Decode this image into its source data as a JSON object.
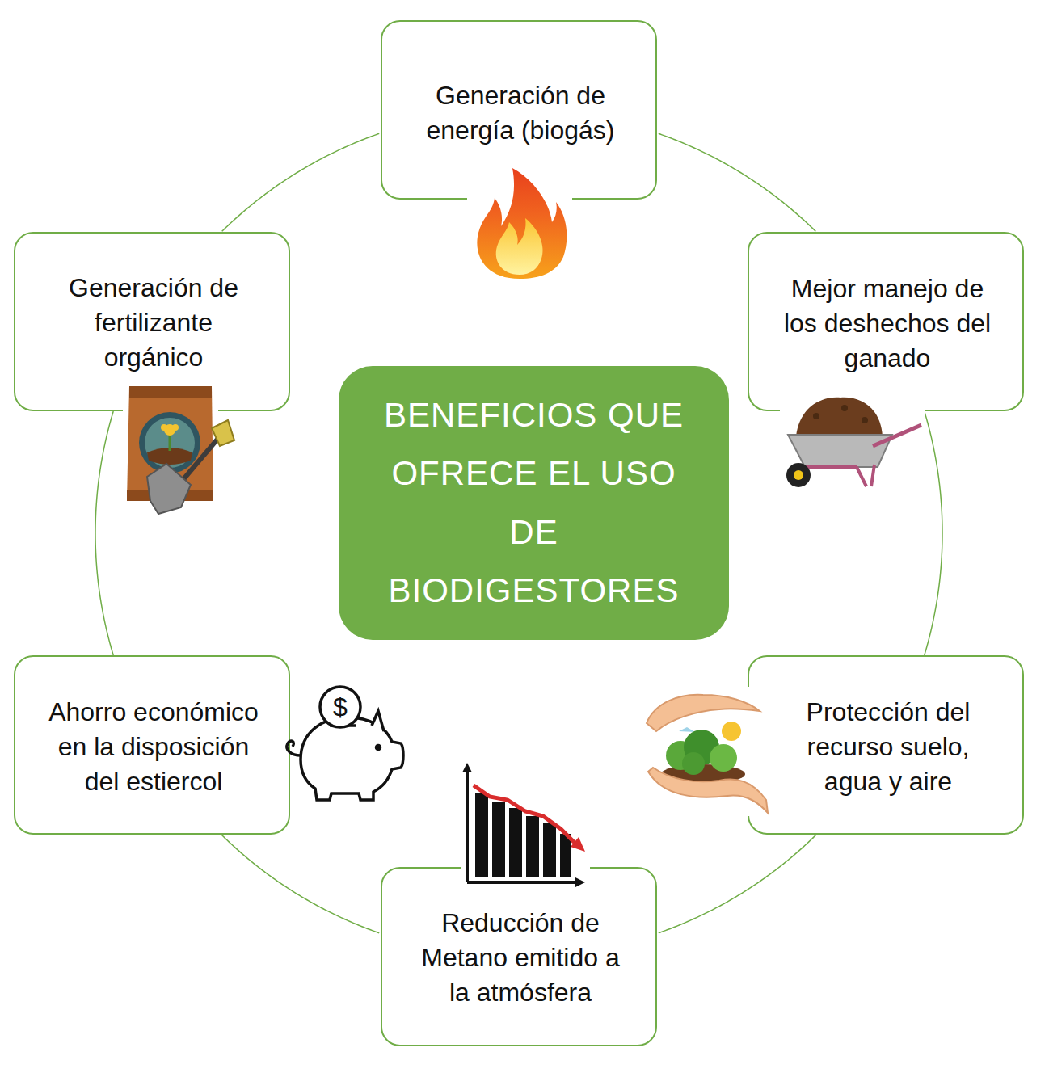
{
  "diagram": {
    "nodes": [
      {
        "text": [
          "BENEFICIOS QUE OFRECE EL USO DE BIODIGESTORES"
        ]
      },
      {
        "text": [
          "Generación de energía (biogás)"
        ]
      },
      {
        "text": [
          "Mejor manejo de los deshechos del ganado"
        ]
      },
      {
        "text": [
          "Protección del recurso suelo, agua y aire"
        ]
      },
      {
        "text": [
          "Reducción de Metano emitido a la atmósfera"
        ]
      },
      {
        "text": [
          "Ahorro económico en la disposición del estiercol"
        ]
      },
      {
        "text": [
          "Generación de fertilizante orgánico"
        ]
      }
    ],
    "edges": [
      {
        "from": 1,
        "to": 2,
        "arrow": "none"
      },
      {
        "from": 2,
        "to": 3,
        "arrow": "none"
      },
      {
        "from": 3,
        "to": 4,
        "arrow": "none"
      },
      {
        "from": 4,
        "to": 5,
        "arrow": "none"
      },
      {
        "from": 5,
        "to": 6,
        "arrow": "none"
      },
      {
        "from": 6,
        "to": 1,
        "arrow": "none"
      }
    ],
    "labels": [
      "$"
    ]
  }
}
